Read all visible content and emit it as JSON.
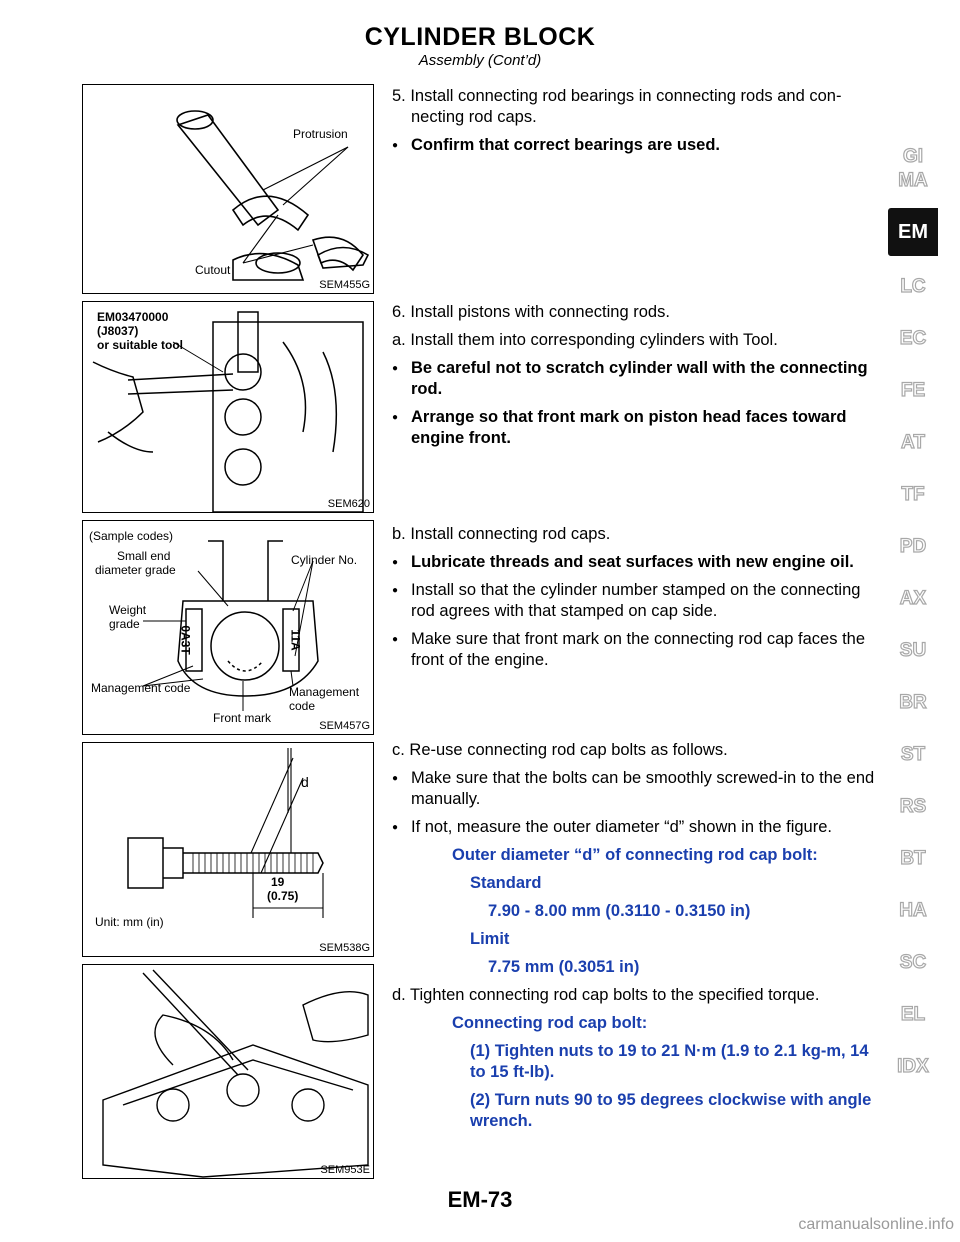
{
  "header": {
    "title": "CYLINDER BLOCK",
    "subtitle": "Assembly (Cont’d)"
  },
  "figures": {
    "fig1": {
      "code": "SEM455G",
      "labels": {
        "protrusion": "Protrusion",
        "cutout": "Cutout"
      }
    },
    "fig2": {
      "code": "SEM620",
      "labels": {
        "tool_line1": "EM03470000",
        "tool_line2": "(J8037)",
        "tool_line3": "or suitable tool"
      }
    },
    "fig3": {
      "code": "SEM457G",
      "labels": {
        "sample": "(Sample codes)",
        "small_end1": "Small end",
        "small_end2": "diameter grade",
        "cyl_no": "Cylinder No.",
        "weight1": "Weight",
        "weight2": "grade",
        "mgmt_left": "Management code",
        "mgmt_right1": "Management",
        "mgmt_right2": "code",
        "front_mark": "Front mark",
        "stamp_left": "0A3T",
        "stamp_right": "11A"
      }
    },
    "fig4": {
      "code": "SEM538G",
      "labels": {
        "d": "d",
        "len1": "19",
        "len2": "(0.75)",
        "unit": "Unit: mm (in)"
      }
    },
    "fig5": {
      "code": "SEM953E"
    }
  },
  "steps": {
    "s5": {
      "text": "5. Install connecting rod bearings in connecting rods and con-necting rod caps.",
      "bullet1": "Confirm that correct bearings are used."
    },
    "s6": {
      "text": "6. Install pistons with connecting rods.",
      "a": "a. Install them into corresponding cylinders with Tool.",
      "bullet1": "Be careful not to scratch cylinder wall with the connecting rod.",
      "bullet2": "Arrange so that front mark on piston head faces toward engine front."
    },
    "b": {
      "text": "b. Install connecting rod caps.",
      "bullet1": "Lubricate threads and seat surfaces with new engine oil.",
      "bullet2": "Install so that the cylinder number stamped on the connecting rod agrees with that stamped on cap side.",
      "bullet3": "Make sure that front mark on the connecting rod cap faces the front of the engine."
    },
    "c": {
      "text": "c. Re-use connecting rod cap bolts as follows.",
      "bullet1": "Make sure that the bolts can be smoothly screwed-in to the end manually.",
      "bullet2": "If not, measure the outer diameter “d” shown in the figure.",
      "spec_title": "Outer diameter “d” of connecting rod cap bolt:",
      "standard_label": "Standard",
      "standard_value": "7.90 - 8.00 mm (0.3110 - 0.3150 in)",
      "limit_label": "Limit",
      "limit_value": "7.75 mm (0.3051 in)"
    },
    "d": {
      "text": "d. Tighten connecting rod cap bolts to the specified torque.",
      "spec_title": "Connecting rod cap bolt:",
      "step1": "(1) Tighten nuts to 19 to 21 N·m (1.9 to 2.1 kg-m, 14 to 15 ft-lb).",
      "step2": "(2) Turn nuts 90 to 95 degrees clockwise with angle wrench."
    }
  },
  "tabs": [
    "GI",
    "MA",
    "EM",
    "LC",
    "EC",
    "FE",
    "AT",
    "TF",
    "PD",
    "AX",
    "SU",
    "BR",
    "ST",
    "RS",
    "BT",
    "HA",
    "SC",
    "EL",
    "IDX"
  ],
  "active_tab": "EM",
  "footer": {
    "page": "EM-73"
  },
  "watermark": "carmanualsonline.info"
}
